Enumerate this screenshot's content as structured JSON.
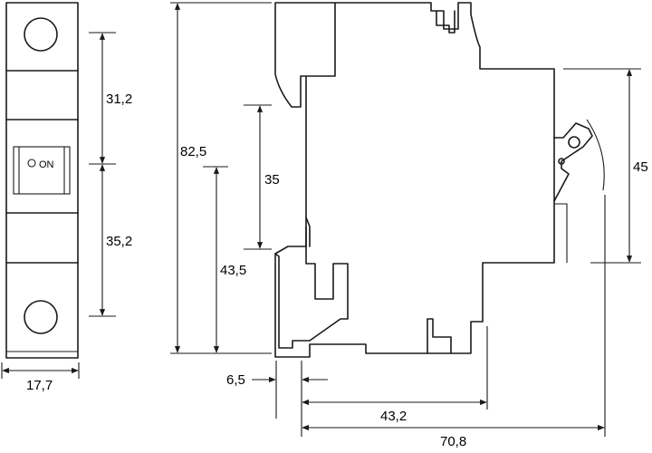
{
  "front_view": {
    "width_label": "17,7",
    "upper_label": "31,2",
    "lower_label": "35,2",
    "switch_text": "ON"
  },
  "side_view": {
    "height_label": "82,5",
    "rail_label": "35",
    "mount_label": "43,5",
    "front_height_label": "45",
    "offset_label": "6,5",
    "body_depth_label": "43,2",
    "total_depth_label": "70,8"
  }
}
